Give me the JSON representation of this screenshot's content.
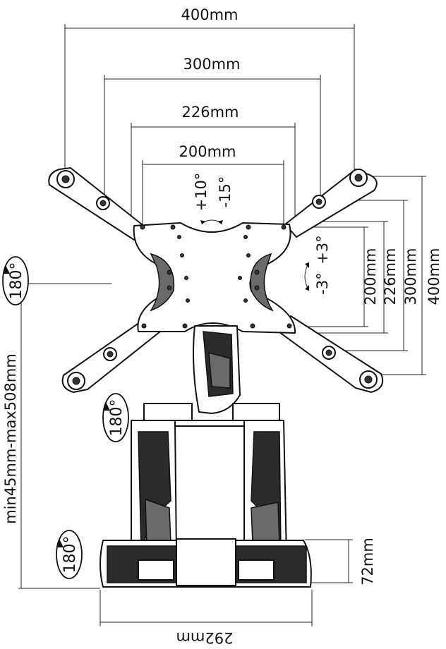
{
  "dimensions": {
    "horizontal": [
      "400mm",
      "300mm",
      "226mm",
      "200mm"
    ],
    "vertical": [
      "200mm",
      "226mm",
      "300mm",
      "400mm"
    ],
    "extension": "min45mm-max508mm",
    "base_width": "292mm",
    "base_height": "72mm"
  },
  "angles": {
    "tilt_up": "+10°",
    "tilt_down": "-15°",
    "swivel_left": "-3°",
    "swivel_right": "+3°"
  },
  "rotations": [
    "180°",
    "180°",
    "180°"
  ],
  "colors": {
    "line": "#222222",
    "dark_part": "#2b2b2b",
    "mid_part": "#6a6a6a"
  }
}
